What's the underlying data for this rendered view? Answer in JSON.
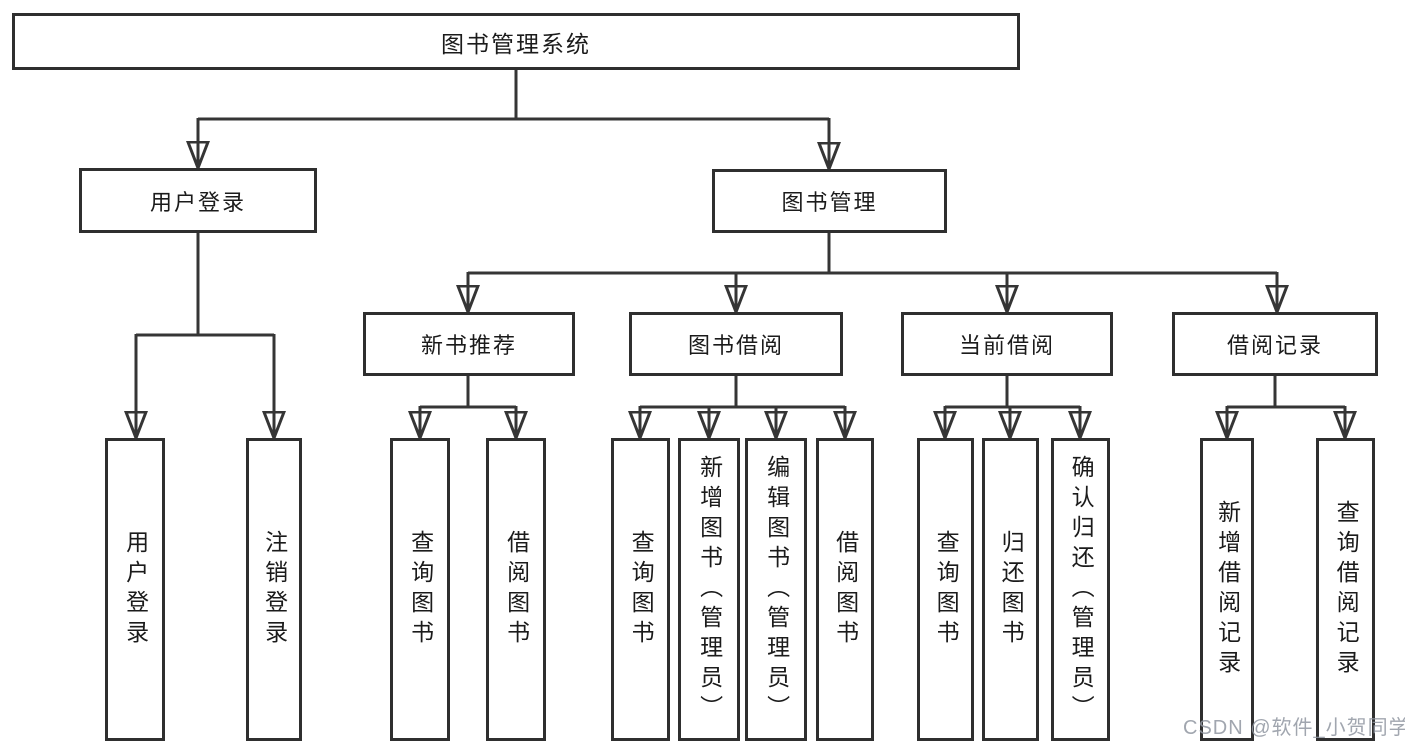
{
  "tree": {
    "root": {
      "label": "图书管理系统"
    },
    "branches": [
      {
        "label": "用户登录",
        "children": [
          {
            "label": "用户登录"
          },
          {
            "label": "注销登录"
          }
        ]
      },
      {
        "label": "图书管理",
        "children": [
          {
            "label": "新书推荐",
            "children": [
              {
                "label": "查询图书"
              },
              {
                "label": "借阅图书"
              }
            ]
          },
          {
            "label": "图书借阅",
            "children": [
              {
                "label": "查询图书"
              },
              {
                "label": "新增图书（管理员）"
              },
              {
                "label": "编辑图书（管理员）"
              },
              {
                "label": "借阅图书"
              }
            ]
          },
          {
            "label": "当前借阅",
            "children": [
              {
                "label": "查询图书"
              },
              {
                "label": "归还图书"
              },
              {
                "label": "确认归还（管理员）"
              }
            ]
          },
          {
            "label": "借阅记录",
            "children": [
              {
                "label": "新增借阅记录"
              },
              {
                "label": "查询借阅记录"
              }
            ]
          }
        ]
      }
    ]
  },
  "watermark": {
    "text": "CSDN @软件_小贺同学"
  },
  "colors": {
    "line": "#353535",
    "box_border": "#2f2f2f",
    "box_fill": "#ffffff",
    "text": "#1b1b1b",
    "watermark": "#9197a1",
    "background": "#ffffff"
  }
}
